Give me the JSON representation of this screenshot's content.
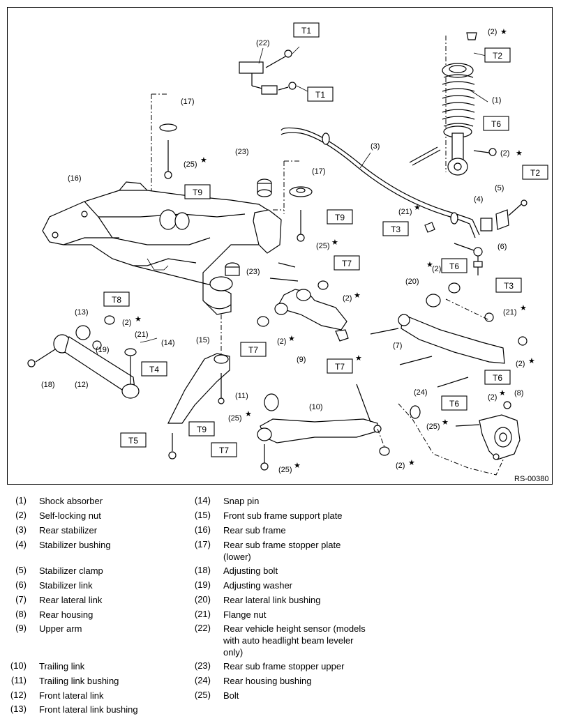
{
  "figure": {
    "reference_code": "RS-00380",
    "callouts": [
      "(1)",
      "(2)",
      "(3)",
      "(4)",
      "(5)",
      "(6)",
      "(7)",
      "(8)",
      "(9)",
      "(10)",
      "(11)",
      "(12)",
      "(13)",
      "(14)",
      "(15)",
      "(16)",
      "(17)",
      "(18)",
      "(19)",
      "(20)",
      "(21)",
      "(22)",
      "(23)",
      "(24)",
      "(25)"
    ],
    "torque_labels": [
      "T1",
      "T2",
      "T3",
      "T4",
      "T5",
      "T6",
      "T7",
      "T8",
      "T9"
    ],
    "star_symbol": "★"
  },
  "legend": {
    "left": [
      {
        "num": "(1)",
        "text": "Shock absorber"
      },
      {
        "num": "(2)",
        "text": "Self-locking nut"
      },
      {
        "num": "(3)",
        "text": "Rear stabilizer"
      },
      {
        "num": "(4)",
        "text": "Stabilizer bushing"
      },
      {
        "num": "(5)",
        "text": "Stabilizer clamp"
      },
      {
        "num": "(6)",
        "text": "Stabilizer link"
      },
      {
        "num": "(7)",
        "text": "Rear lateral link"
      },
      {
        "num": "(8)",
        "text": "Rear housing"
      },
      {
        "num": "(9)",
        "text": "Upper arm"
      },
      {
        "num": "(10)",
        "text": "Trailing link"
      },
      {
        "num": "(11)",
        "text": "Trailing link bushing"
      },
      {
        "num": "(12)",
        "text": "Front lateral link"
      },
      {
        "num": "(13)",
        "text": "Front lateral link bushing"
      }
    ],
    "right": [
      {
        "num": "(14)",
        "text": "Snap pin"
      },
      {
        "num": "(15)",
        "text": "Front sub frame support plate"
      },
      {
        "num": "(16)",
        "text": "Rear sub frame"
      },
      {
        "num": "(17)",
        "text": "Rear sub frame stopper plate (lower)"
      },
      {
        "num": "(18)",
        "text": "Adjusting bolt"
      },
      {
        "num": "(19)",
        "text": "Adjusting washer"
      },
      {
        "num": "(20)",
        "text": "Rear lateral link bushing"
      },
      {
        "num": "(21)",
        "text": "Flange nut"
      },
      {
        "num": "(22)",
        "text": "Rear vehicle height sensor (models with auto headlight beam leveler only)"
      },
      {
        "num": "(23)",
        "text": "Rear sub frame stopper upper"
      },
      {
        "num": "(24)",
        "text": "Rear housing bushing"
      },
      {
        "num": "(25)",
        "text": "Bolt"
      }
    ]
  }
}
